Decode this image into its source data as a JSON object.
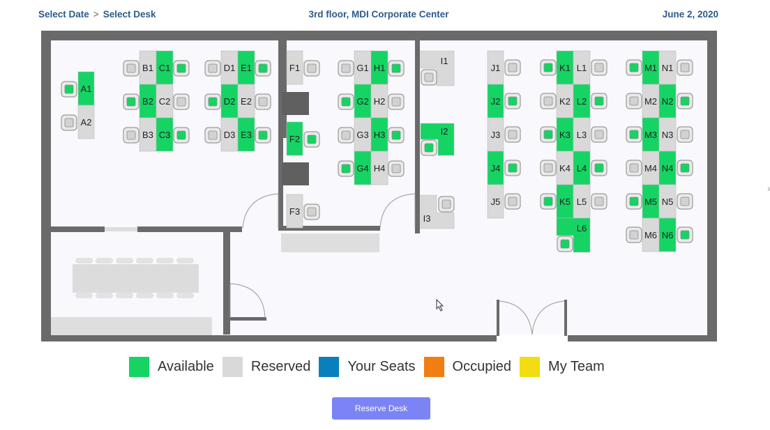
{
  "breadcrumb": {
    "step1": "Select Date",
    "separator": ">",
    "step2": "Select Desk"
  },
  "location": "3rd floor, MDI Corporate Center",
  "date": "June 2, 2020",
  "colors": {
    "available": "#15d463",
    "reserved": "#d9d9d9",
    "your_seats": "#0a7fbd",
    "occupied": "#f07e12",
    "my_team": "#f1dd12",
    "wall": "#6a6a6a",
    "floor": "#f8f8fd",
    "button": "#7b84f5"
  },
  "desks": [
    {
      "id": "A1",
      "status": "available"
    },
    {
      "id": "A2",
      "status": "reserved"
    },
    {
      "id": "B1",
      "status": "reserved"
    },
    {
      "id": "B2",
      "status": "available"
    },
    {
      "id": "B3",
      "status": "reserved"
    },
    {
      "id": "C1",
      "status": "available"
    },
    {
      "id": "C2",
      "status": "reserved"
    },
    {
      "id": "C3",
      "status": "available"
    },
    {
      "id": "D1",
      "status": "reserved"
    },
    {
      "id": "D2",
      "status": "available"
    },
    {
      "id": "D3",
      "status": "reserved"
    },
    {
      "id": "E1",
      "status": "available"
    },
    {
      "id": "E2",
      "status": "reserved"
    },
    {
      "id": "E3",
      "status": "available"
    },
    {
      "id": "F1",
      "status": "reserved"
    },
    {
      "id": "F2",
      "status": "available"
    },
    {
      "id": "F3",
      "status": "reserved"
    },
    {
      "id": "G1",
      "status": "reserved"
    },
    {
      "id": "G2",
      "status": "available"
    },
    {
      "id": "G3",
      "status": "reserved"
    },
    {
      "id": "G4",
      "status": "available"
    },
    {
      "id": "H1",
      "status": "available"
    },
    {
      "id": "H2",
      "status": "reserved"
    },
    {
      "id": "H3",
      "status": "available"
    },
    {
      "id": "H4",
      "status": "reserved"
    },
    {
      "id": "I1",
      "status": "reserved"
    },
    {
      "id": "I2",
      "status": "available"
    },
    {
      "id": "I3",
      "status": "reserved"
    },
    {
      "id": "J1",
      "status": "reserved"
    },
    {
      "id": "J2",
      "status": "available"
    },
    {
      "id": "J3",
      "status": "reserved"
    },
    {
      "id": "J4",
      "status": "available"
    },
    {
      "id": "J5",
      "status": "reserved"
    },
    {
      "id": "K1",
      "status": "available"
    },
    {
      "id": "K2",
      "status": "reserved"
    },
    {
      "id": "K3",
      "status": "available"
    },
    {
      "id": "K4",
      "status": "reserved"
    },
    {
      "id": "K5",
      "status": "available"
    },
    {
      "id": "L1",
      "status": "reserved"
    },
    {
      "id": "L2",
      "status": "available"
    },
    {
      "id": "L3",
      "status": "reserved"
    },
    {
      "id": "L4",
      "status": "available"
    },
    {
      "id": "L5",
      "status": "reserved"
    },
    {
      "id": "L6",
      "status": "available"
    },
    {
      "id": "M1",
      "status": "available"
    },
    {
      "id": "M2",
      "status": "reserved"
    },
    {
      "id": "M3",
      "status": "available"
    },
    {
      "id": "M4",
      "status": "reserved"
    },
    {
      "id": "M5",
      "status": "available"
    },
    {
      "id": "M6",
      "status": "reserved"
    },
    {
      "id": "N1",
      "status": "reserved"
    },
    {
      "id": "N2",
      "status": "available"
    },
    {
      "id": "N3",
      "status": "reserved"
    },
    {
      "id": "N4",
      "status": "available"
    },
    {
      "id": "N5",
      "status": "reserved"
    },
    {
      "id": "N6",
      "status": "available"
    }
  ],
  "legend": [
    {
      "label": "Available",
      "color": "#15d463"
    },
    {
      "label": "Reserved",
      "color": "#d9d9d9"
    },
    {
      "label": "Your Seats",
      "color": "#0a7fbd"
    },
    {
      "label": "Occupied",
      "color": "#f07e12"
    },
    {
      "label": "My Team",
      "color": "#f1dd12"
    }
  ],
  "reserve_button": "Reserve Desk"
}
